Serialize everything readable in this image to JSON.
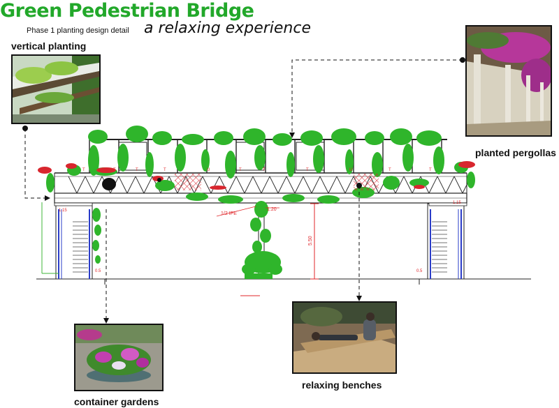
{
  "header": {
    "title": "Green Pedestrian Bridge",
    "subtitle": "Phase 1 planting design detail",
    "tagline": "a relaxing experience"
  },
  "callouts": {
    "vertical_planting": "vertical planting",
    "planted_pergollas": "planted pergollas",
    "container_gardens": "container gardens",
    "relaxing_benches": "relaxing benches"
  },
  "drawing_labels": {
    "beam": "1/2 IPE",
    "height": "5.50",
    "span": "1.20",
    "left_top": "1.15",
    "right_top": "1.15",
    "left_bottom": "0.5",
    "right_bottom": "0.5",
    "rail_marks": [
      "T",
      "T",
      "T",
      "T",
      "U",
      "T",
      "T",
      "T",
      "U",
      "T",
      "T"
    ]
  },
  "colors": {
    "brand_green": "#22a82a",
    "plant_green": "#2fb52b",
    "flower_red": "#d8262e",
    "annotation_red": "#e0262a",
    "line_blue": "#2a3cc8"
  },
  "icons": [
    "dashed-leader-arrow",
    "anchor-dot"
  ]
}
